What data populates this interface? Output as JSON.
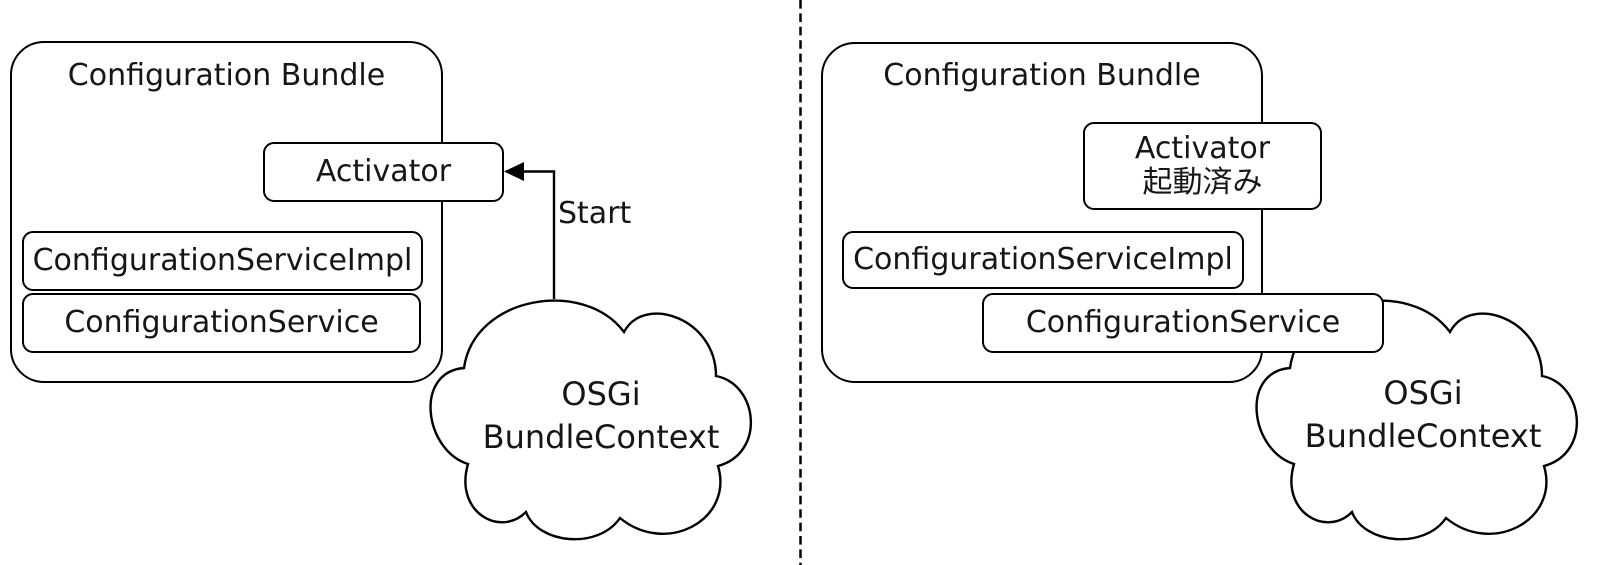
{
  "panels": {
    "left": {
      "bundle_title": "Configuration Bundle",
      "activator_label": "Activator",
      "service_impl_label": "ConfigurationServiceImpl",
      "service_label": "ConfigurationService",
      "arrow_label": "Start",
      "cloud_line1": "OSGi",
      "cloud_line2": "BundleContext"
    },
    "right": {
      "bundle_title": "Configuration Bundle",
      "activator_label": "Activator",
      "activator_status": "起動済み",
      "service_impl_label": "ConfigurationServiceImpl",
      "service_label": "ConfigurationService",
      "cloud_line1": "OSGi",
      "cloud_line2": "BundleContext"
    }
  },
  "colors": {
    "line": "#000000",
    "text": "#161616",
    "background": "#ffffff",
    "box_fill": "#ffffff"
  }
}
